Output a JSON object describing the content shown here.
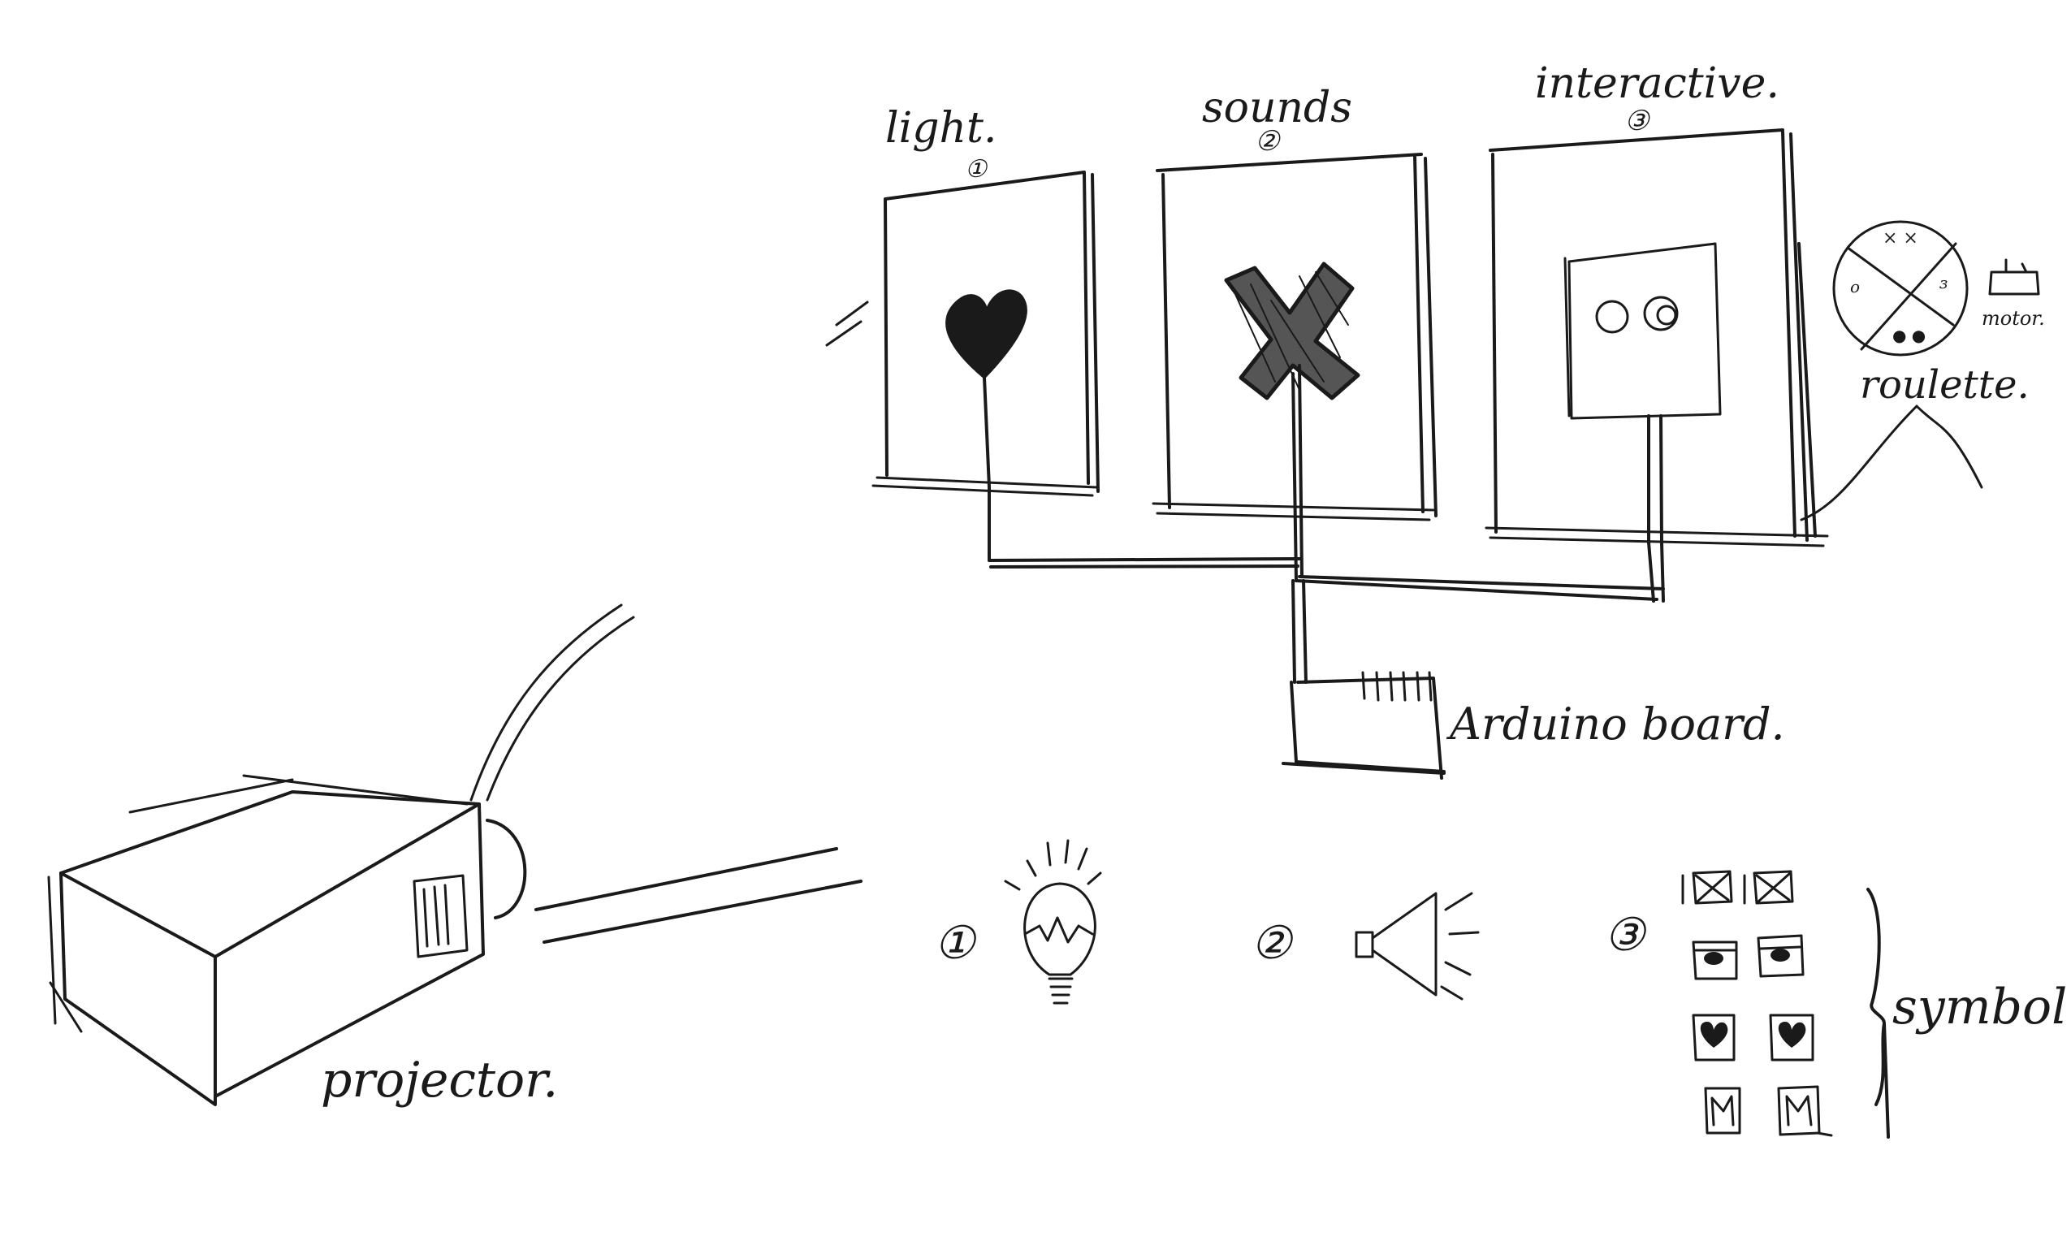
{
  "labels": {
    "light": "light.",
    "light_num": "①",
    "sounds": "sounds",
    "sounds_num": "②",
    "interactive": "interactive.",
    "interactive_num": "③",
    "motor": "motor.",
    "roulette": "roulette.",
    "arduino": "Arduino board.",
    "projector": "projector.",
    "legend_1": "①",
    "legend_2": "②",
    "legend_3": "③",
    "symbol": "symbol"
  },
  "colors": {
    "ink": "#1a1a1a",
    "paper": "#ffffff"
  },
  "icons": [
    "heart-icon",
    "x-cross-icon",
    "eyes-icon",
    "bulb-icon",
    "speaker-icon",
    "roulette-wheel-icon",
    "motor-icon",
    "projector-icon"
  ]
}
